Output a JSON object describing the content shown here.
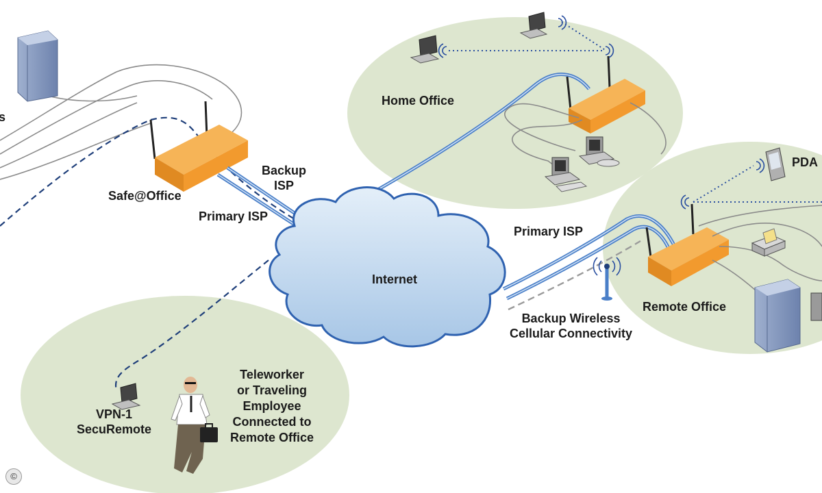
{
  "labels": {
    "home_office": "Home Office",
    "safe_office": "Safe@Office",
    "backup_isp_top": "Backup\nISP",
    "primary_isp_left": "Primary ISP",
    "internet": "Internet",
    "primary_isp_right": "Primary ISP",
    "pda": "PDA",
    "remote_office": "Remote Office",
    "backup_wireless": "Backup Wireless\nCellular Connectivity",
    "vpn": "VPN-1\nSecuRemote",
    "teleworker": "Teleworker\nor Traveling\nEmployee\nConnected to\nRemote Office",
    "left_edge_fragment": "s",
    "copyright": "©"
  },
  "colors": {
    "zone_fill": "#dde6cf",
    "router_orange": "#f29a2e",
    "cloud_blue": "#b8d2ec",
    "link_blue": "#4a7fc8",
    "vpn_dash": "#1f3f7a",
    "wifi_dash": "#2a4fa0",
    "lan_gray": "#8a8a8a",
    "backup_gray": "#9a9a9a"
  },
  "icons": [
    "server-icon",
    "router-icon",
    "laptop-icon",
    "desktop-icon",
    "pda-icon",
    "printer-icon",
    "antenna-icon",
    "person-icon",
    "wifi-icon",
    "copyright-icon"
  ]
}
